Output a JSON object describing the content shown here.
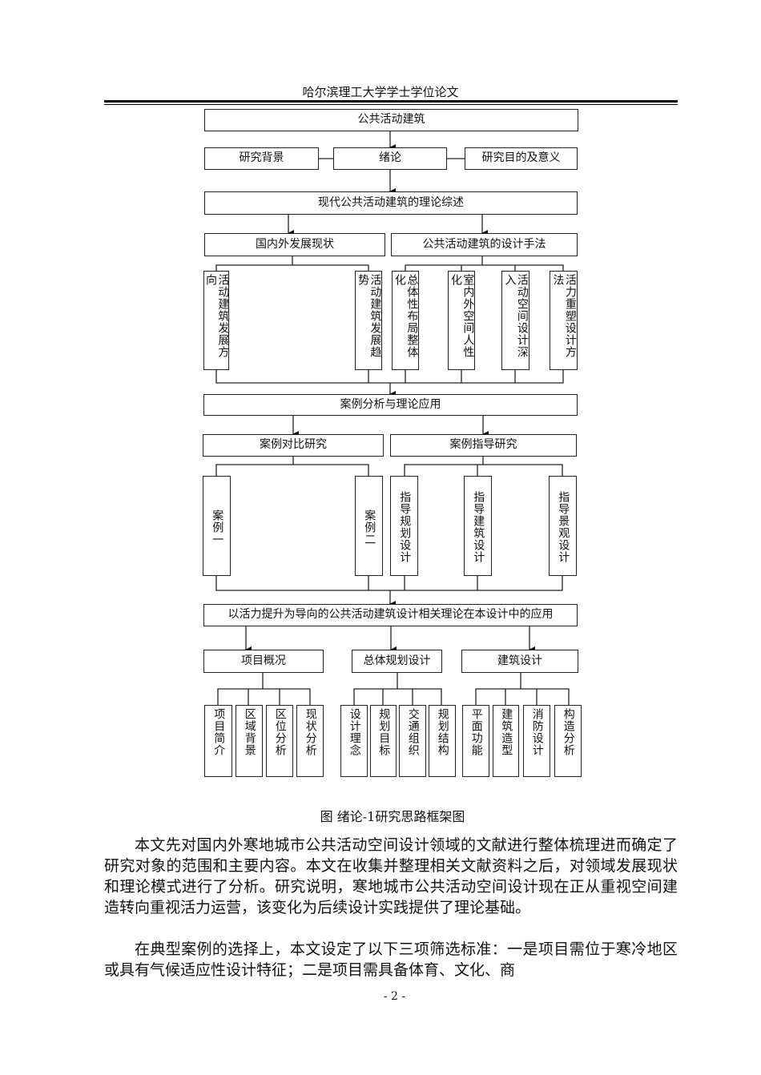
{
  "header": {
    "title": "哈尔滨理工大学学士学位论文"
  },
  "diagram": {
    "top": "公共活动建筑",
    "intro_left": "研究背景",
    "intro_center": "绪论",
    "intro_right": "研究目的及意义",
    "theory": "现代公共活动建筑的理论综述",
    "branch_a": "国内外发展现状",
    "branch_b": "公共活动建筑的设计手法",
    "a_items": [
      "活动建筑发展方向",
      "活动建筑发展趋势"
    ],
    "b_items": [
      "总体性布局整体化",
      "室内外空间人性化",
      "活动空间设计深入",
      "活力重塑设计方法"
    ],
    "case": "案例分析与理论应用",
    "case_a": "案例对比研究",
    "case_b": "案例指导研究",
    "ca_items": [
      "案例一",
      "案例二"
    ],
    "cb_items": [
      "指导规划设计",
      "指导建筑设计",
      "指导景观设计"
    ],
    "apply": "以活力提升为导向的公共活动建筑设计相关理论在本设计中的应用",
    "g1": "项目概况",
    "g2": "总体规划设计",
    "g3": "建筑设计",
    "g1_items": [
      "项目简介",
      "区域背景",
      "区位分析",
      "现状分析"
    ],
    "g2_items": [
      "设计理念",
      "规划目标",
      "交通组织",
      "规划结构"
    ],
    "g3_items": [
      "平面功能",
      "建筑造型",
      "消防设计",
      "构造分析"
    ]
  },
  "caption": "图  绪论-1研究思路框架图",
  "paragraphs": [
    "本文先对国内外寒地城市公共活动空间设计领域的文献进行整体梳理进而确定了研究对象的范围和主要内容。本文在收集并整理相关文献资料之后，对领域发展现状和理论模式进行了分析。研究说明，寒地城市公共活动空间设计现在正从重视空间建造转向重视活力运营，该变化为后续设计实践提供了理论基础。",
    "在典型案例的选择上，本文设定了以下三项筛选标准：一是项目需位于寒冷地区或具有气候适应性设计特征；二是项目需具备体育、文化、商"
  ],
  "page_number": "- 2 -"
}
